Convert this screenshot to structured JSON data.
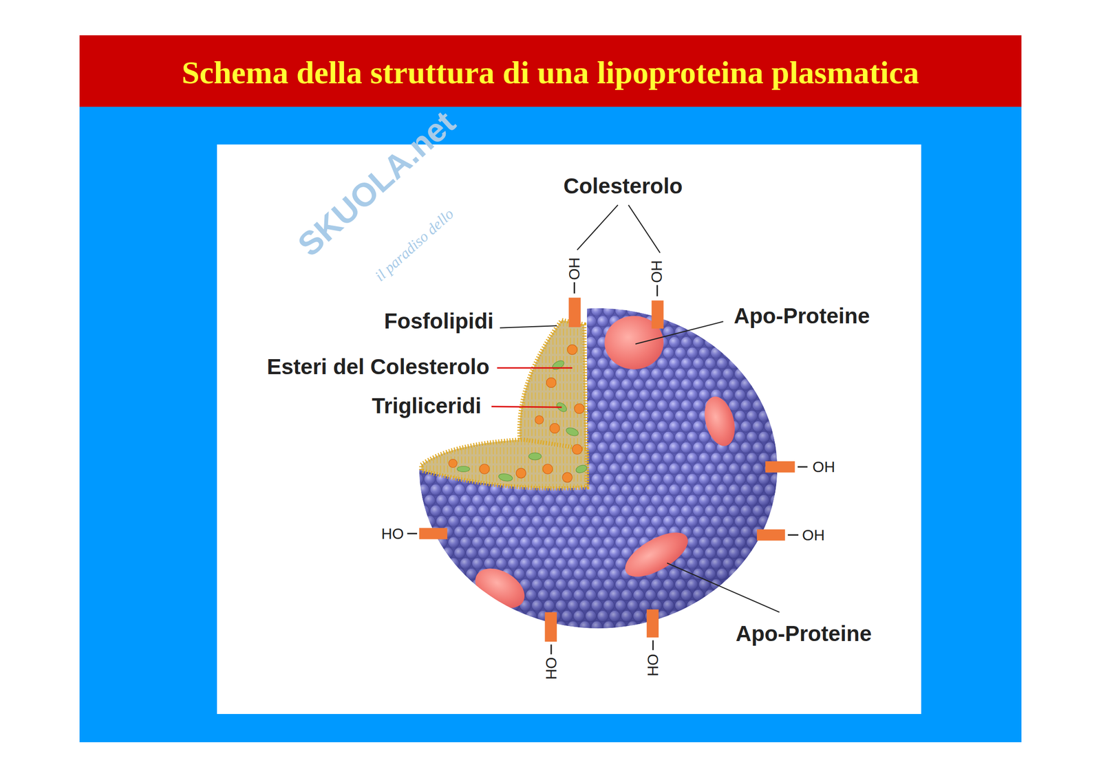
{
  "diagram": {
    "title": "Schema della struttura di una lipoproteina plasmatica",
    "labels": [
      "SKUOLA.net",
      "il paradiso dello",
      "Colesterolo",
      "OH",
      "OH",
      "Fosfolipidi",
      "Apo-Proteine",
      "Esteri del Colesterolo",
      "Trigliceridi",
      "OH",
      "HO",
      "OH",
      "Apo-Proteine",
      "HO",
      "HO"
    ]
  }
}
